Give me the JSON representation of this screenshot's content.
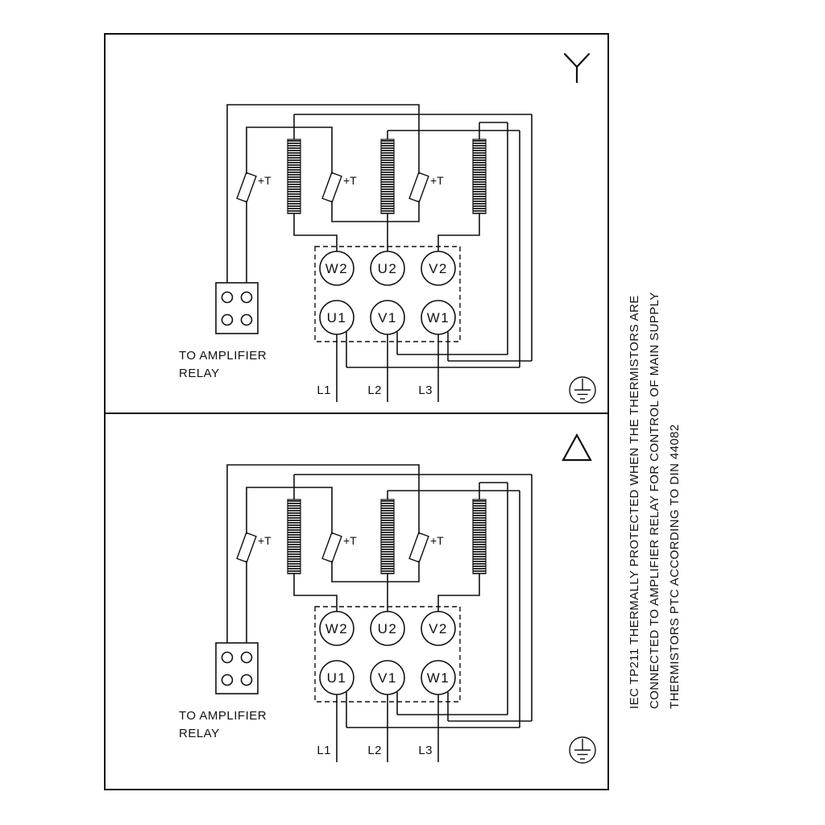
{
  "diagram": {
    "colors": {
      "ink": "#111111",
      "background": "#ffffff"
    },
    "panels": [
      {
        "connection": "star",
        "connection_icon": "star-icon",
        "thermistor_label": "+T",
        "terminals_top": [
          "W2",
          "U2",
          "V2"
        ],
        "terminals_bottom": [
          "U1",
          "V1",
          "W1"
        ],
        "relay_caption_line1": "TO AMPLIFIER",
        "relay_caption_line2": "RELAY",
        "supply_labels": [
          "L1",
          "L2",
          "L3"
        ],
        "earth_icon": "ground-icon"
      },
      {
        "connection": "delta",
        "connection_icon": "delta-icon",
        "thermistor_label": "+T",
        "terminals_top": [
          "W2",
          "U2",
          "V2"
        ],
        "terminals_bottom": [
          "U1",
          "V1",
          "W1"
        ],
        "relay_caption_line1": "TO AMPLIFIER",
        "relay_caption_line2": "RELAY",
        "supply_labels": [
          "L1",
          "L2",
          "L3"
        ],
        "earth_icon": "ground-icon"
      }
    ],
    "side_note": [
      "IEC TP211 THERMALLY PROTECTED WHEN THE THERMISTORS ARE",
      "CONNECTED TO AMPLIFIER RELAY FOR CONTROL OF MAIN SUPPLY",
      "THERMISTORS PTC ACCORDING TO DIN 44082"
    ]
  }
}
